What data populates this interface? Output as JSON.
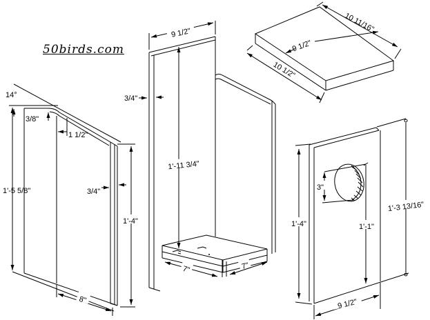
{
  "watermark": {
    "text": "50birds.com"
  },
  "drawing": {
    "side_panel": {
      "roof_angle": "14°",
      "top_offset": "3/8\"",
      "top_inset": "1 1/2\"",
      "back_height": "1'-5 5/8\"",
      "thickness": "3/4\"",
      "front_height": "1'-4\"",
      "width": "8\""
    },
    "back_panel": {
      "width": "9 1/2\"",
      "thickness": "3/4\"",
      "height": "1'-11 3/4\""
    },
    "floor": {
      "width": "7\"",
      "depth": "7\""
    },
    "roof": {
      "slope_length": "10 11/16\"",
      "depth": "9 1/2\"",
      "width": "10 1/2\""
    },
    "front_panel": {
      "side_height": "1'-4\"",
      "hole_diameter": "3\"",
      "hole_center_height": "1'-1\"",
      "overall_height": "1'-3 13/16\"",
      "width": "9 1/2\""
    }
  }
}
